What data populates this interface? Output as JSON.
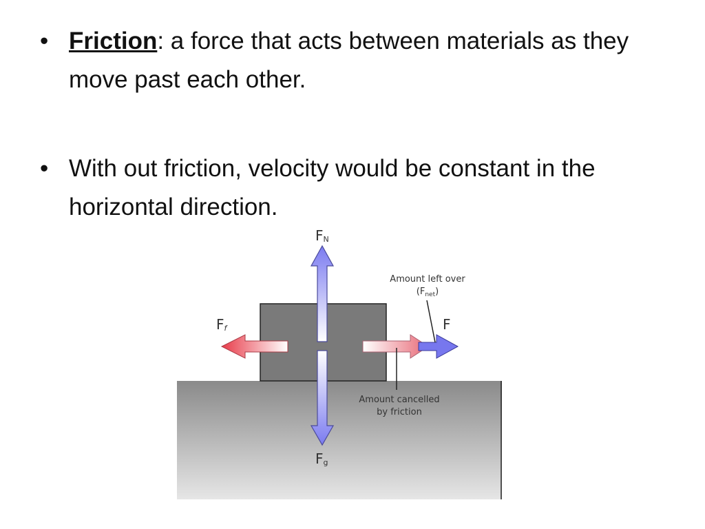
{
  "bullets": [
    {
      "term": "Friction",
      "rest": ": a force that acts between materials as they move past each other."
    },
    {
      "text": "With out friction, velocity would be constant in the horizontal direction."
    }
  ],
  "diagram": {
    "labels": {
      "fn": "F",
      "fn_sub": "N",
      "ff": "F",
      "ff_sub": "f",
      "fg": "F",
      "fg_sub": "g",
      "f": "F",
      "left_over_line1": "Amount left over",
      "left_over_line2_open": "(F",
      "left_over_line2_sub": "net",
      "left_over_line2_close": ")",
      "cancelled_line1": "Amount cancelled",
      "cancelled_line2": "by friction"
    },
    "colors": {
      "ground_top": "#8a8a8a",
      "ground_bottom": "#e6e6e6",
      "block": "#7a7a7a",
      "normal_arrow": "#7b7bf0",
      "friction_arrow": "#e83c4a",
      "applied_arrow": "#7777ee"
    }
  }
}
